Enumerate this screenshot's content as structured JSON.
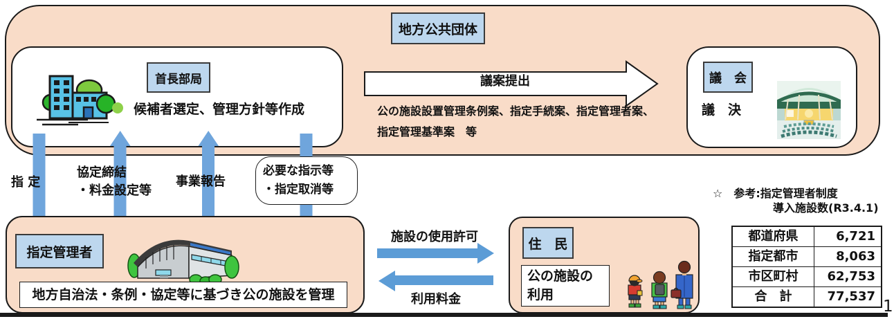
{
  "top_box": {
    "title": "地方公共団体",
    "chief_dept": {
      "label": "首長部局",
      "task": "候補者選定、管理方針等作成"
    },
    "proposal_arrow": {
      "label": "議案提出",
      "detail_line1": "公の施設設置管理条例案、指定手続案、指定管理者案、",
      "detail_line2": "指定管理基準案　等"
    },
    "assembly": {
      "label": "議　会",
      "action": "議　決"
    }
  },
  "flows": {
    "designation": "指 定",
    "agreement_line1": "協定締結",
    "agreement_line2": "・料金設定等",
    "business_report": "事業報告",
    "instruction_line1": "必要な指示等",
    "instruction_line2": "・指定取消等"
  },
  "manager_box": {
    "label": "指定管理者",
    "description": "地方自治法・条例・協定等に基づき公の施設を管理"
  },
  "exchange": {
    "permission": "施設の使用許可",
    "fee": "利用料金"
  },
  "residents_box": {
    "label": "住　民",
    "usage_line1": "公の施設の",
    "usage_line2": "利用"
  },
  "reference": {
    "line1": "☆　参考:指定管理者制度",
    "line2": "導入施設数(R3.4.1)",
    "table": {
      "rows": [
        {
          "label": "都道府県",
          "value": "6,721"
        },
        {
          "label": "指定都市",
          "value": "8,063"
        },
        {
          "label": "市区町村",
          "value": "62,753"
        },
        {
          "label": "合　計",
          "value": "77,537"
        }
      ]
    }
  },
  "page": {
    "number": "1"
  },
  "colors": {
    "peach_bg": "#F9DCC8",
    "label_blue_bg": "#BDD7EE",
    "vertical_arrow_blue": "#6FA5DC",
    "solid_arrow_blue": "#5C9CD6",
    "border_black": "#1a1a1a"
  }
}
